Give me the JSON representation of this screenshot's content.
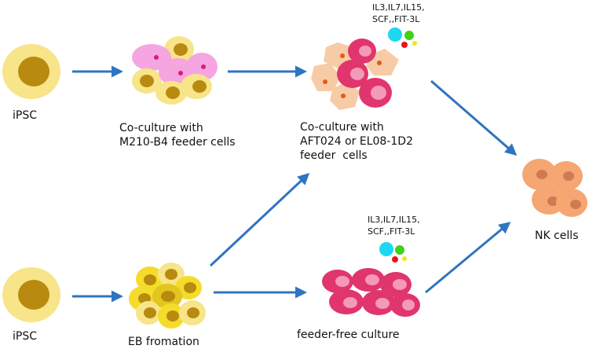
{
  "labels": {
    "ipsc_top": "iPSC",
    "ipsc_bottom": "iPSC",
    "coculture_m210": "Co-culture with\nM210-B4 feeder cells",
    "coculture_aft": "Co-culture with\nAFT024 or EL08-1D2\nfeeder  cells",
    "cytokines_top": "IL3,IL7,IL15,\nSCF,,FIT-3L",
    "cytokines_bottom": "IL3,IL7,IL15,\nSCF,,FIT-3L",
    "nk_cells": "NK cells",
    "eb_formation": "EB fromation",
    "feeder_free": "feeder-free culture"
  },
  "colors": {
    "arrow": "#2f74c0",
    "ipsc_fill": "#f8e489",
    "ipsc_nucleus": "#b88a10",
    "feeder_pink": "#f5a6e0",
    "feeder_dot": "#e0187a",
    "stromal": "#f7cba5",
    "stromal_dot": "#e25b16",
    "magenta": "#e0356d",
    "magenta_inner": "#f599b8",
    "nk_fill": "#f5a673",
    "nk_nucleus": "#cf7a52",
    "eb_yellow": "#f5dc2b",
    "cyan": "#1cd8f0",
    "green": "#3fd11a",
    "red": "#e8141c",
    "yellow": "#f2e51a"
  }
}
